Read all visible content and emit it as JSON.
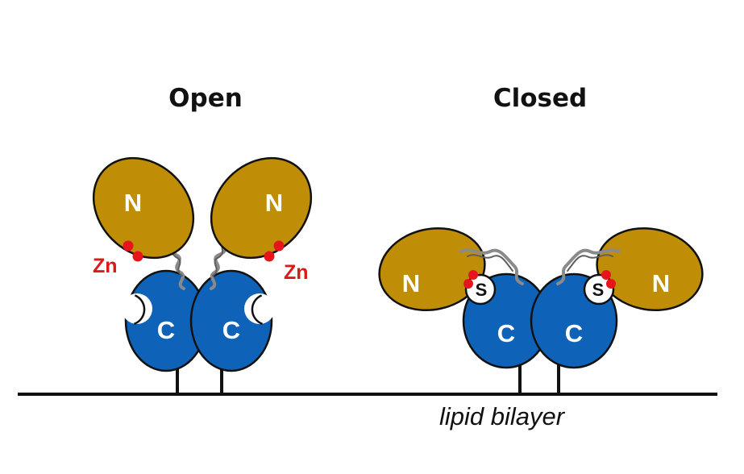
{
  "titles": {
    "open": "Open",
    "closed": "Closed"
  },
  "labels": {
    "n": "N",
    "c": "C",
    "zn": "Zn",
    "s": "S"
  },
  "membrane": {
    "label": "lipid bilayer"
  },
  "colors": {
    "n_domain": "#c08e06",
    "c_domain": "#0e63b8",
    "zinc": "#e8141c",
    "zinc_label": "#d81b1b",
    "linker": "#8a8a8a",
    "outline": "#111111"
  }
}
